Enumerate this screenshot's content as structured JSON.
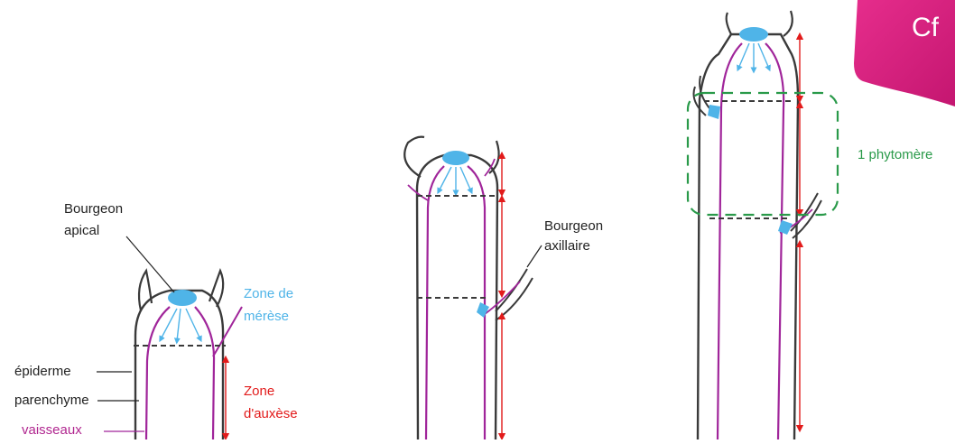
{
  "colors": {
    "stem_outline": "#3a3a3a",
    "vessels": "#a0259a",
    "meristem": "#4fb4e8",
    "growth_arrow": "#e21b1b",
    "phytomere_box": "#2a9a4a",
    "tab": "#d81b7a"
  },
  "tab": {
    "label": "Cf"
  },
  "stage1": {
    "apical_bud_label_line1": "Bourgeon",
    "apical_bud_label_line2": "apical",
    "meristem_zone_line1": "Zone de",
    "meristem_zone_line2": "mérèse",
    "epidermis": "épiderme",
    "parenchyma": "parenchyme",
    "vessels": "vaisseaux",
    "auxesis_zone_line1": "Zone",
    "auxesis_zone_line2": "d'auxèse"
  },
  "stage2": {
    "axillary_bud_label_line1": "Bourgeon",
    "axillary_bud_label_line2": "axillaire"
  },
  "stage3": {
    "phytomere_label": "1 phytomère"
  }
}
